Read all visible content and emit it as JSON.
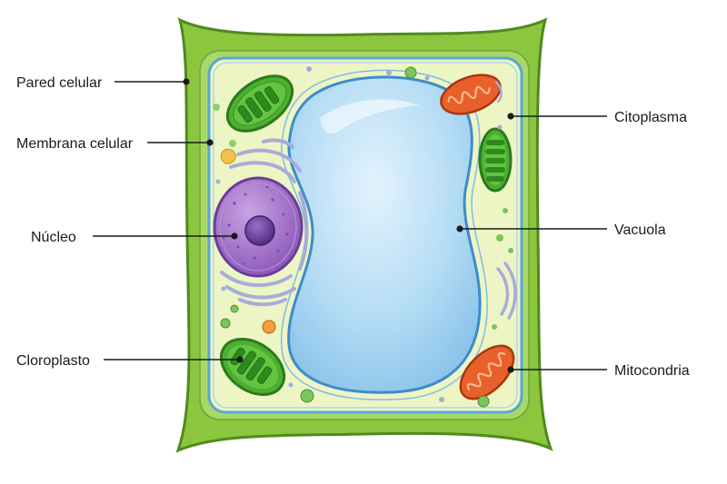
{
  "labels": {
    "cell_wall": "Pared celular",
    "cell_membrane": "Membrana celular",
    "nucleus": "Núcleo",
    "chloroplast": "Cloroplasto",
    "cytoplasm": "Citoplasma",
    "vacuole": "Vacuola",
    "mitochondria": "Mitocondria"
  },
  "colors": {
    "cell_wall": "#8cc63f",
    "cell_wall_edge": "#4f8a1e",
    "membrane": "#5aa6d6",
    "cytoplasm": "#eef5c4",
    "vacuole": "#a9d4f2",
    "vacuole_edge": "#3d8cc9",
    "nucleus": "#9a68c2",
    "nucleolus": "#5a2f8c",
    "chloroplast": "#4caf32",
    "mitochondria": "#e8602a",
    "er": "#a8acd8",
    "leader_line": "#1a1a1a"
  }
}
